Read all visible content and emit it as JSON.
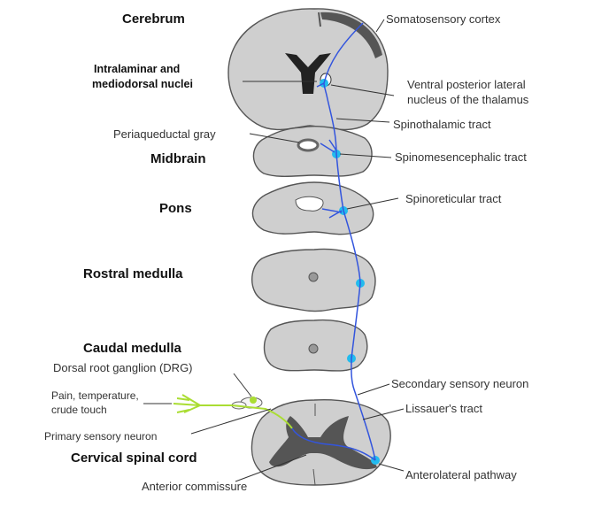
{
  "colors": {
    "section_fill": "#cfcfcf",
    "tract_blue": "#3355dd",
    "node_cyan": "#22bbee",
    "primary_green": "#aadd33",
    "grey_matter": "#555555",
    "leader": "#333333"
  },
  "levels": {
    "cerebrum": "Cerebrum",
    "midbrain": "Midbrain",
    "pons": "Pons",
    "rostral_medulla": "Rostral medulla",
    "caudal_medulla": "Caudal medulla",
    "cervical_spinal_cord": "Cervical spinal cord"
  },
  "labels": {
    "intralaminar_line1": "Intralaminar and",
    "intralaminar_line2": "mediodorsal nuclei",
    "periaqueductal_gray": "Periaqueductal gray",
    "drg": "Dorsal root ganglion (DRG)",
    "pain_line1": "Pain, temperature,",
    "pain_line2": "crude touch",
    "primary_neuron": "Primary sensory neuron",
    "anterior_commissure": "Anterior commissure",
    "somatosensory_cortex": "Somatosensory cortex",
    "vpl_line1": "Ventral posterior lateral",
    "vpl_line2": "nucleus of the thalamus",
    "spinothalamic": "Spinothalamic tract",
    "spinomesencephalic": "Spinomesencephalic tract",
    "spinoreticular": "Spinoreticular tract",
    "secondary_neuron": "Secondary sensory neuron",
    "lissauer": "Lissauer's tract",
    "anterolateral": "Anterolateral pathway"
  }
}
